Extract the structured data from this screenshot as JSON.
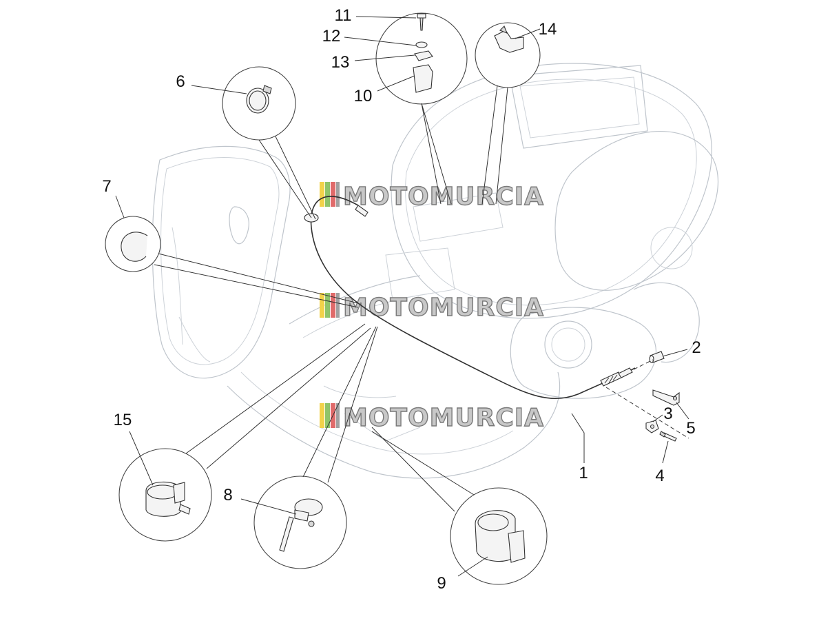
{
  "callouts": [
    {
      "id": "c1",
      "label": "1"
    },
    {
      "id": "c2",
      "label": "2"
    },
    {
      "id": "c3",
      "label": "3"
    },
    {
      "id": "c4",
      "label": "4"
    },
    {
      "id": "c5",
      "label": "5"
    },
    {
      "id": "c6",
      "label": "6"
    },
    {
      "id": "c7",
      "label": "7"
    },
    {
      "id": "c8",
      "label": "8"
    },
    {
      "id": "c9",
      "label": "9"
    },
    {
      "id": "c10",
      "label": "10"
    },
    {
      "id": "c11",
      "label": "11"
    },
    {
      "id": "c12",
      "label": "12"
    },
    {
      "id": "c13",
      "label": "13"
    },
    {
      "id": "c14",
      "label": "14"
    },
    {
      "id": "c15",
      "label": "15"
    }
  ],
  "watermark": {
    "text": "MOTOMURCIA",
    "stripe_colors": [
      "#f2d24a",
      "#8fc46a",
      "#e06a6a",
      "#a0a0a0"
    ]
  },
  "colors": {
    "outline": "#bfc5cc",
    "ink": "#333333"
  }
}
